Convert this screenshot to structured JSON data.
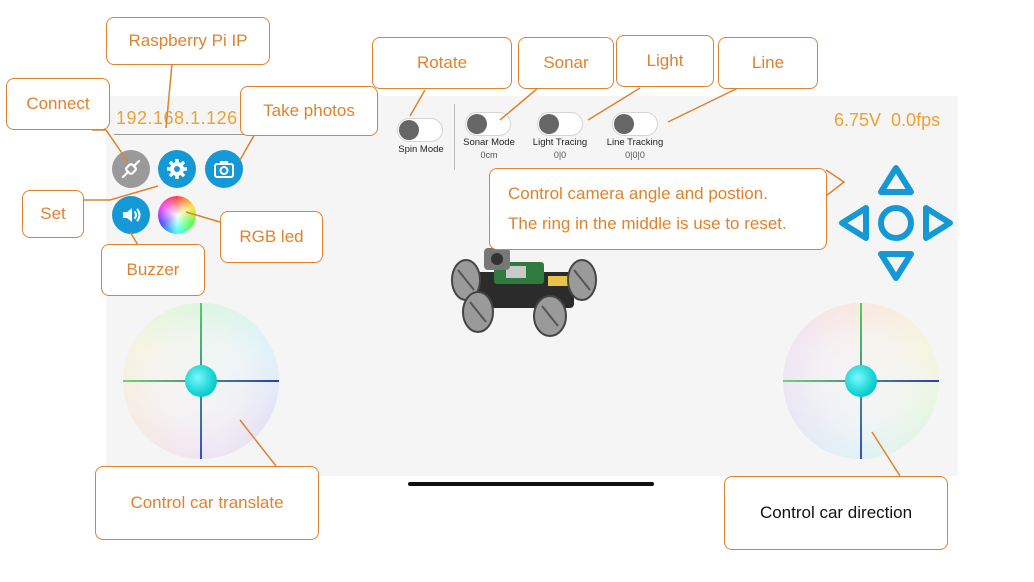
{
  "app": {
    "ip_address": "192.168.1.126",
    "status": {
      "voltage": "6.75V",
      "fps": "0.0fps"
    }
  },
  "toolbar": {
    "connect_icon": "plug-icon",
    "settings_icon": "gear-icon",
    "camera_icon": "camera-icon",
    "buzzer_icon": "speaker-icon",
    "rgb_icon": "color-wheel-icon"
  },
  "toggles": {
    "spin": {
      "label": "Spin Mode"
    },
    "sonar": {
      "label": "Sonar Mode",
      "value": "0cm"
    },
    "light": {
      "label": "Light Tracing",
      "value": "0|0"
    },
    "line": {
      "label": "Line Tracking",
      "value": "0|0|0"
    }
  },
  "annotations": {
    "raspberry_pi_ip": "Raspberry Pi IP",
    "connect": "Connect",
    "take_photos": "Take photos",
    "set": "Set",
    "rgb_led": "RGB led",
    "buzzer": "Buzzer",
    "rotate": "Rotate",
    "sonar": "Sonar",
    "light": "Light",
    "line": "Line",
    "camera_line1": "Control camera angle and postion.",
    "camera_line2": "The ring in the middle is use to reset.",
    "translate": "Control car translate",
    "direction": "Control car direction"
  },
  "colors": {
    "accent_blue": "#1499d6",
    "callout_orange": "#e0822d",
    "status_orange": "#f0a030",
    "joystick_knob": "#18d6d4"
  }
}
